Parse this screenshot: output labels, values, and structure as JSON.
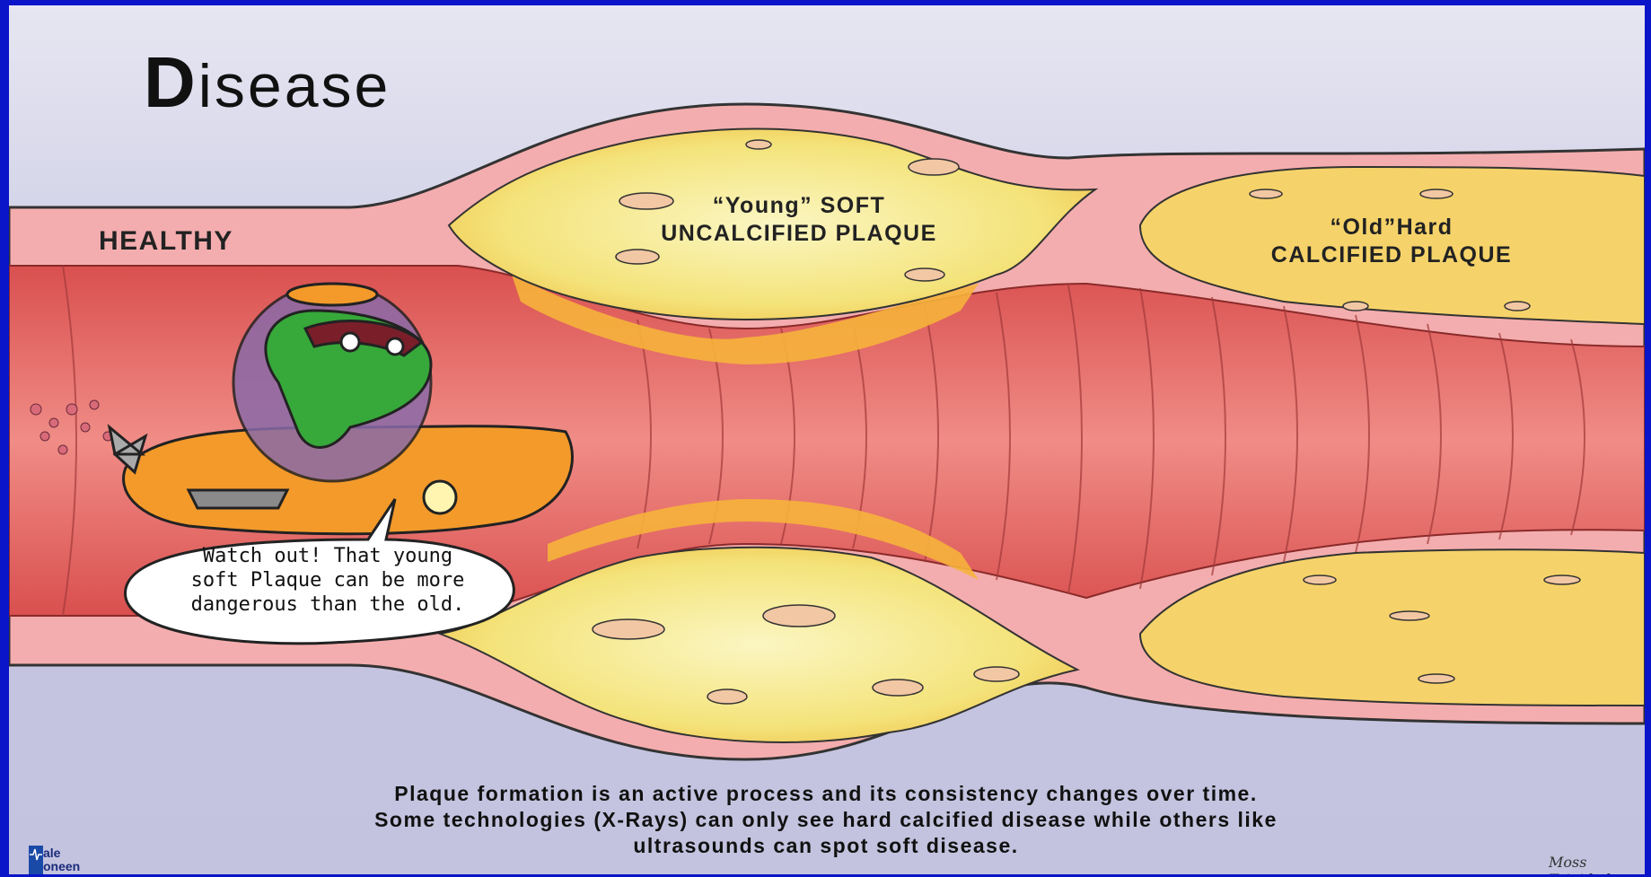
{
  "title": {
    "first_letter": "D",
    "rest": "isease"
  },
  "labels": {
    "healthy": "HEALTHY",
    "young_line1": "“Young” SOFT",
    "young_line2": "UNCALCIFIED PLAQUE",
    "old_line1": "“Old”Hard",
    "old_line2": "CALCIFIED PLAQUE"
  },
  "speech_bubble": {
    "line1": "Watch out! That young",
    "line2": "soft Plaque can be more",
    "line3": "dangerous than the old."
  },
  "caption": {
    "line1": "Plaque formation is an active process and its consistency changes over time.",
    "line2": "Some technologies (X-Rays) can only see hard calcified disease while others like",
    "line3": "ultrasounds can spot soft disease."
  },
  "logo": {
    "line1": "ale",
    "line2": "oneen"
  },
  "signature": "Moss Trinidad",
  "colors": {
    "background_frame": "#0a14c8",
    "artery": "#e97a76",
    "artery_wall": "#f7b8b8",
    "plaque": "#f7ec8a"
  }
}
